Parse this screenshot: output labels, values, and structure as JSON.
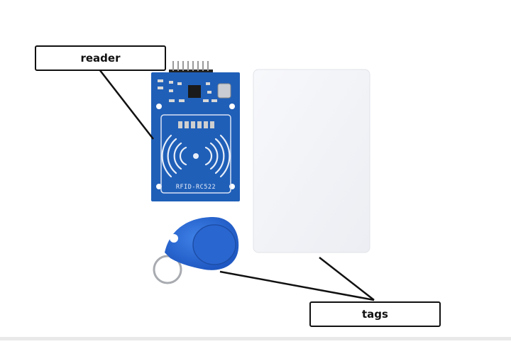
{
  "callouts": {
    "reader": "reader",
    "tags": "tags"
  },
  "board": {
    "model": "RFID-RC522"
  },
  "colors": {
    "board": "#1f5fb8",
    "fob": "#2e6ed6",
    "card": "#f4f5f8",
    "line": "#111111"
  }
}
